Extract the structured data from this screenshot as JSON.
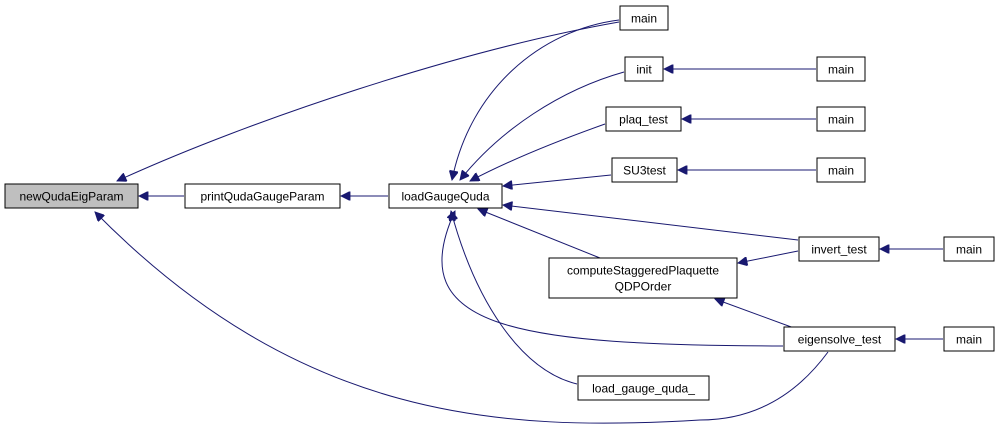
{
  "graph": {
    "nodes": {
      "newQudaEigParam": "newQudaEigParam",
      "printQudaGaugeParam": "printQudaGaugeParam",
      "loadGaugeQuda": "loadGaugeQuda",
      "main_top": "main",
      "init": "init",
      "main_init": "main",
      "plaq_test": "plaq_test",
      "main_plaq": "main",
      "SU3test": "SU3test",
      "main_su3": "main",
      "invert_test": "invert_test",
      "main_invert": "main",
      "computeStaggered_line1": "computeStaggeredPlaquette",
      "computeStaggered_line2": "QDPOrder",
      "eigensolve_test": "eigensolve_test",
      "main_eigen": "main",
      "load_gauge_quda_": "load_gauge_quda_"
    },
    "colors": {
      "edge": "#191970",
      "root_fill": "#bfbfbf",
      "node_fill": "#ffffff",
      "border": "#000000"
    }
  }
}
